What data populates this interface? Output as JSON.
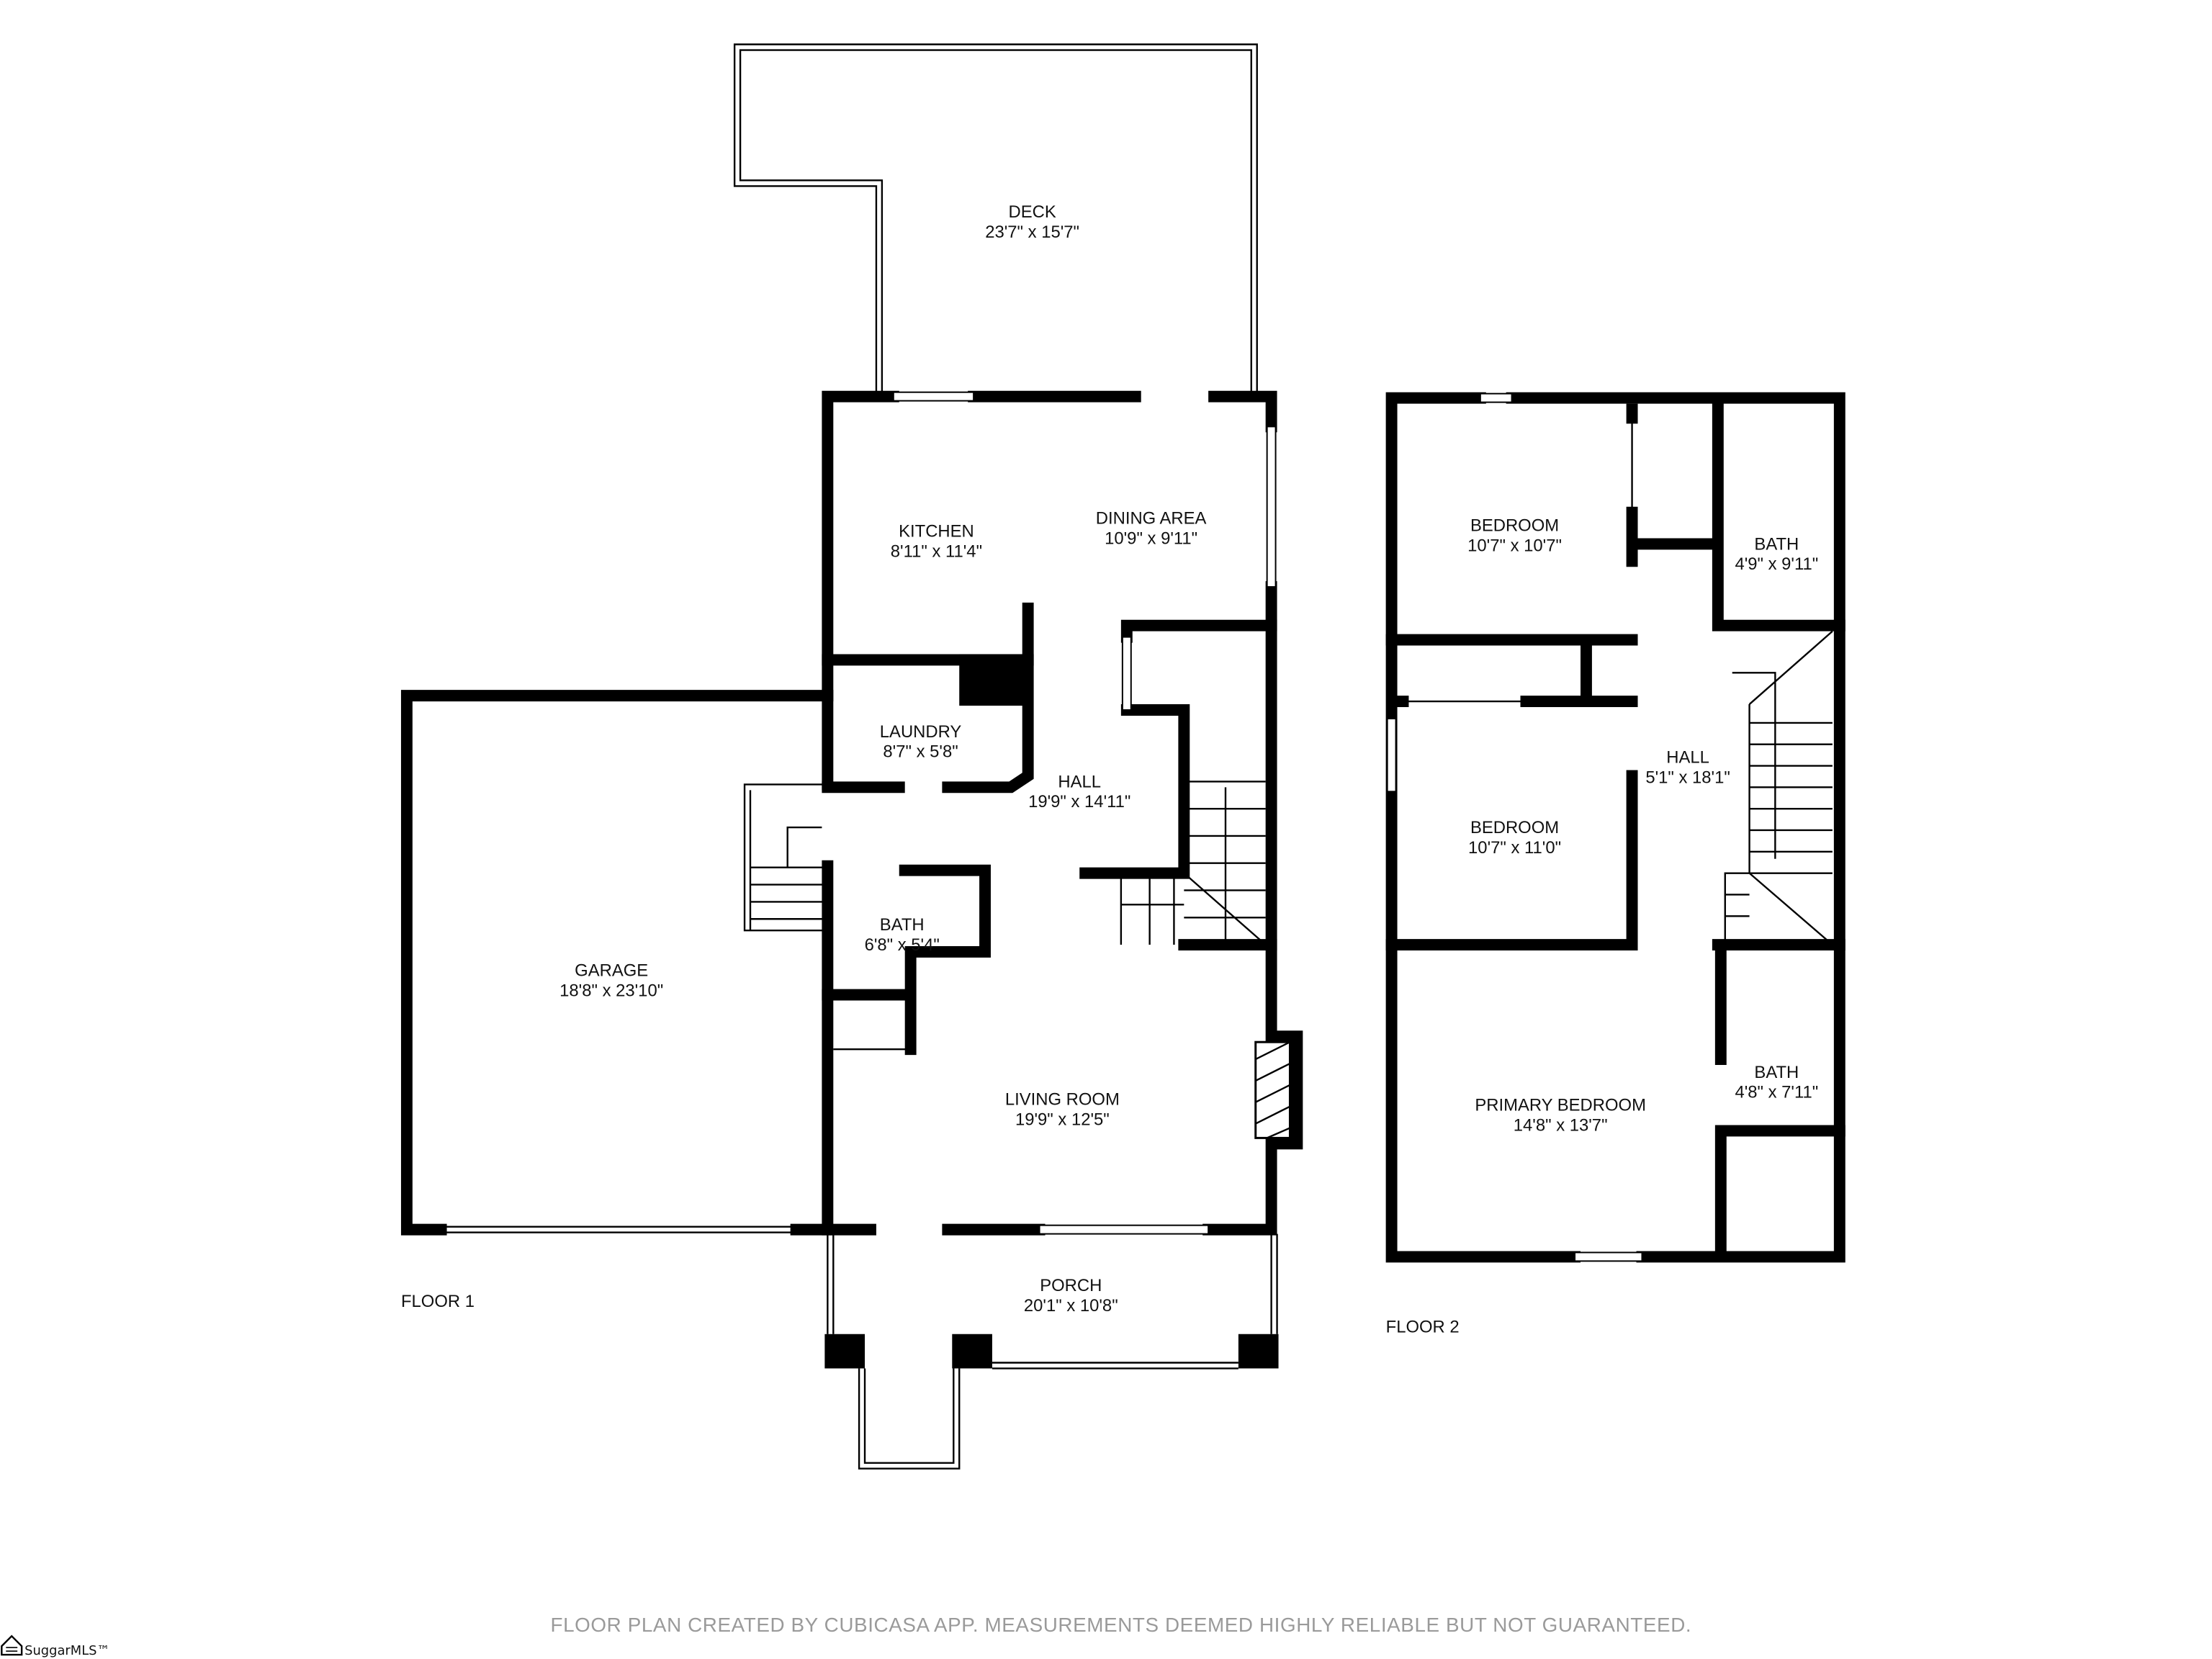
{
  "floors": [
    {
      "label": "FLOOR 1",
      "rooms": [
        {
          "name": "DECK",
          "size": "23'7\" x 15'7\""
        },
        {
          "name": "KITCHEN",
          "size": "8'11\" x 11'4\""
        },
        {
          "name": "DINING AREA",
          "size": "10'9\" x 9'11\""
        },
        {
          "name": "LAUNDRY",
          "size": "8'7\" x 5'8\""
        },
        {
          "name": "HALL",
          "size": "19'9\" x 14'11\""
        },
        {
          "name": "BATH",
          "size": "6'8\" x 5'4\""
        },
        {
          "name": "GARAGE",
          "size": "18'8\" x 23'10\""
        },
        {
          "name": "LIVING ROOM",
          "size": "19'9\" x 12'5\""
        },
        {
          "name": "PORCH",
          "size": "20'1\" x 10'8\""
        }
      ]
    },
    {
      "label": "FLOOR 2",
      "rooms": [
        {
          "name": "BEDROOM",
          "size": "10'7\" x 10'7\""
        },
        {
          "name": "BATH",
          "size": "4'9\" x 9'11\""
        },
        {
          "name": "HALL",
          "size": "5'1\" x 18'1\""
        },
        {
          "name": "BEDROOM",
          "size": "10'7\" x 11'0\""
        },
        {
          "name": "PRIMARY BEDROOM",
          "size": "14'8\" x 13'7\""
        },
        {
          "name": "BATH",
          "size": "4'8\" x 7'11\""
        }
      ]
    }
  ],
  "footer": "FLOOR PLAN CREATED BY CUBICASA APP. MEASUREMENTS DEEMED HIGHLY RELIABLE BUT NOT GUARANTEED.",
  "logo": "SuggarMLS™",
  "colors": {
    "walls": "#000000",
    "footer_text": "#9a9a9a",
    "background": "#ffffff"
  }
}
